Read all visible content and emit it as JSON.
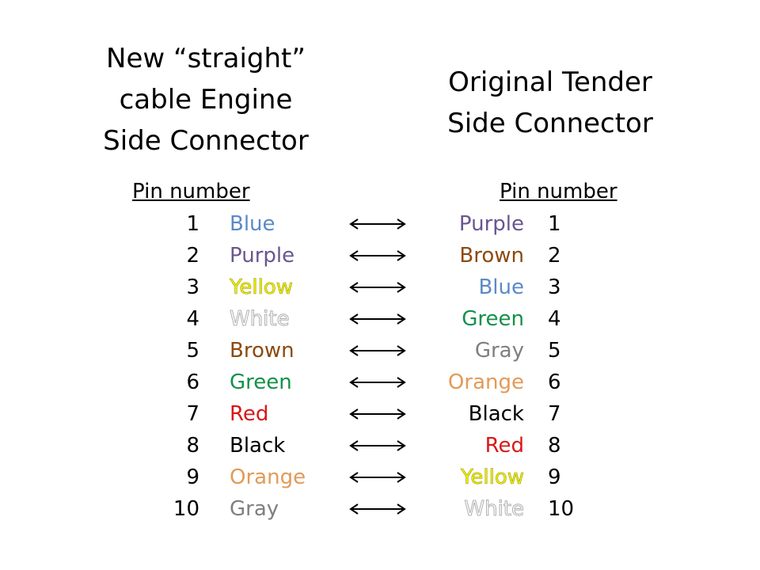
{
  "left": {
    "title_lines": [
      "New “straight”",
      "cable Engine",
      "Side Connector"
    ],
    "header": "Pin number",
    "rows": [
      {
        "pin": "1",
        "color": "Blue",
        "hex": "#5b8ac6"
      },
      {
        "pin": "2",
        "color": "Purple",
        "hex": "#6a568f"
      },
      {
        "pin": "3",
        "color": "Yellow",
        "hex": "#f0f000"
      },
      {
        "pin": "4",
        "color": "White",
        "hex": "#ffffff"
      },
      {
        "pin": "5",
        "color": "Brown",
        "hex": "#8b4a0f"
      },
      {
        "pin": "6",
        "color": "Green",
        "hex": "#13914a"
      },
      {
        "pin": "7",
        "color": "Red",
        "hex": "#d81818"
      },
      {
        "pin": "8",
        "color": "Black",
        "hex": "#000000"
      },
      {
        "pin": "9",
        "color": "Orange",
        "hex": "#e39a58"
      },
      {
        "pin": "10",
        "color": "Gray",
        "hex": "#7f7f7f"
      }
    ]
  },
  "right": {
    "title_lines": [
      "Original Tender",
      "Side Connector"
    ],
    "header": "Pin number",
    "rows": [
      {
        "pin": "1",
        "color": "Purple",
        "hex": "#6a568f"
      },
      {
        "pin": "2",
        "color": "Brown",
        "hex": "#8b4a0f"
      },
      {
        "pin": "3",
        "color": "Blue",
        "hex": "#5b8ac6"
      },
      {
        "pin": "4",
        "color": "Green",
        "hex": "#13914a"
      },
      {
        "pin": "5",
        "color": "Gray",
        "hex": "#7f7f7f"
      },
      {
        "pin": "6",
        "color": "Orange",
        "hex": "#e39a58"
      },
      {
        "pin": "7",
        "color": "Black",
        "hex": "#000000"
      },
      {
        "pin": "8",
        "color": "Red",
        "hex": "#d81818"
      },
      {
        "pin": "9",
        "color": "Yellow",
        "hex": "#f0f000"
      },
      {
        "pin": "10",
        "color": "White",
        "hex": "#ffffff"
      }
    ]
  },
  "arrow_icon": "double-arrow-icon"
}
